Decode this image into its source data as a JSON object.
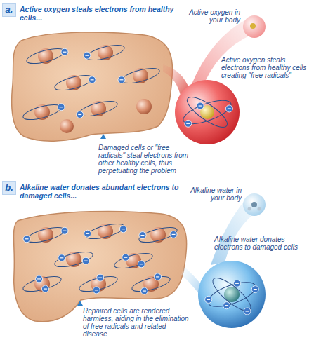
{
  "diagram": {
    "nodes": [
      {
        "text": [
          "a."
        ]
      },
      {
        "text": [
          "b."
        ]
      }
    ],
    "labels": [
      "Active oxygen steals electrons from healthy cells...",
      "Active oxygen in your body",
      "Active oxygen steals electrons from healthy cells creating \"free radicals\"",
      "Damaged cells or \"free radicals\" steal electrons from other healthy cells, thus perpetuating the problem",
      "Alkaline water donates abundant electrons to damaged cells...",
      "Alkaline water in your body",
      "Alkaline water donates electrons to damaged cells",
      "Repaired cells are rendered harmless, aiding in the elimination of free radicals and related disease"
    ]
  }
}
